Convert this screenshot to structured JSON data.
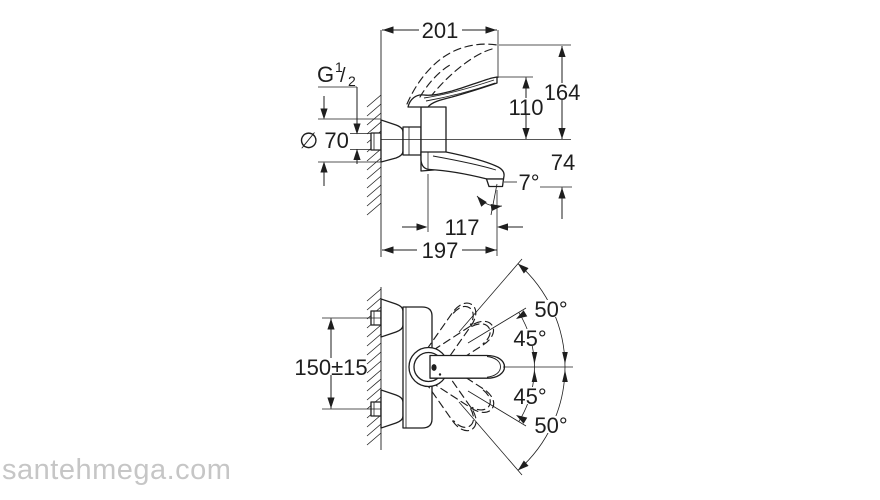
{
  "colors": {
    "line": "#1e1e1e",
    "watermark": "#c6c6c6",
    "background": "#ffffff"
  },
  "top_view": {
    "width_label": "201",
    "height_total_label": "164",
    "handle_height_label": "110",
    "spout_drop_label": "74",
    "spout_reach_label": "117",
    "projection_label": "197",
    "spout_angle_label": "7°",
    "flange_diameter_label": "∅ 70",
    "thread_label": {
      "base": "G",
      "numerator": "1",
      "slash": "/",
      "denominator": "2"
    }
  },
  "bottom_view": {
    "mount_distance_label": "150±15",
    "swivel_upper_outer_label": "50°",
    "swivel_upper_inner_label": "45°",
    "swivel_lower_inner_label": "45°",
    "swivel_lower_outer_label": "50°"
  },
  "watermark": {
    "text": "santehmega.com"
  }
}
